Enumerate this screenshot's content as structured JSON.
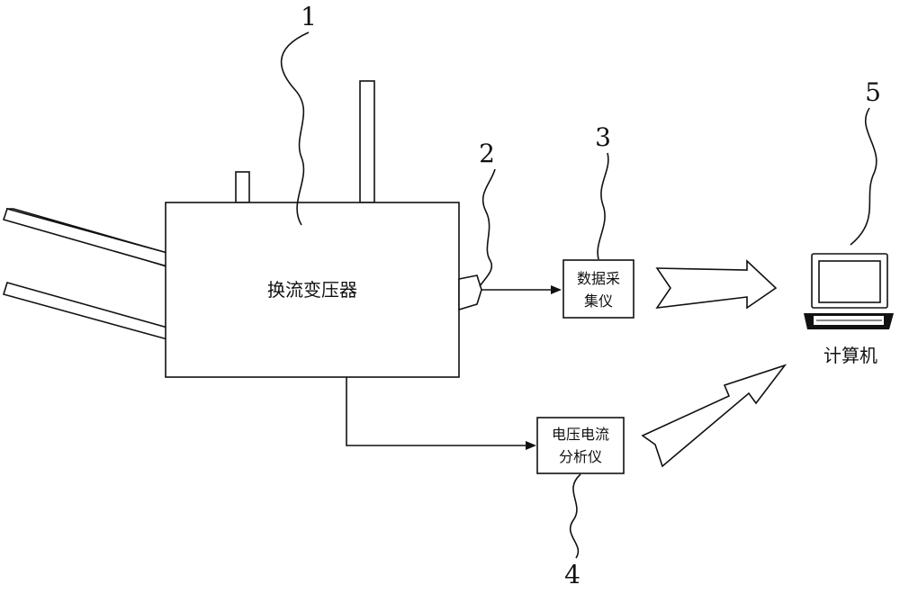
{
  "labels": {
    "transformer": "换流变压器",
    "data_acquisition_line1": "数据采",
    "data_acquisition_line2": "集仪",
    "analyzer_line1": "电压电流",
    "analyzer_line2": "分析仪",
    "computer": "计算机"
  },
  "callouts": {
    "c1": "1",
    "c2": "2",
    "c3": "3",
    "c4": "4",
    "c5": "5"
  },
  "colors": {
    "line": "#111111",
    "background": "#ffffff"
  }
}
